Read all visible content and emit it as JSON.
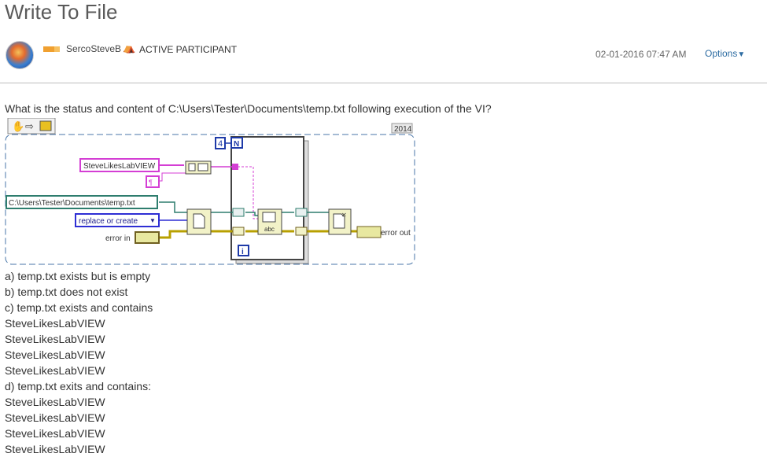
{
  "post": {
    "title": "Write To File",
    "author": "SercoSteveB",
    "rank_label": "ACTIVE PARTICIPANT",
    "date": "02-01-2016",
    "time": "07:47 AM",
    "options_label": "Options"
  },
  "question": "What is the status and content of C:\\Users\\Tester\\Documents\\temp.txt following execution of the VI?",
  "diagram": {
    "version": "2014",
    "loop_count": "4",
    "loop_terminal": "N",
    "iteration_terminal": "i",
    "string_constant": "SteveLikesLabVIEW",
    "path_constant": "C:\\Users\\Tester\\Documents\\temp.txt",
    "operation_constant": "replace or create",
    "error_in_label": "error in",
    "error_out_label": "error out"
  },
  "answers": [
    "a) temp.txt exists but is empty",
    "b) temp.txt does not exist",
    "c) temp.txt exists and contains",
    "SteveLikesLabVIEW",
    "SteveLikesLabVIEW",
    "SteveLikesLabVIEW",
    "SteveLikesLabVIEW",
    "d) temp.txt exits and contains:",
    "SteveLikesLabVIEW",
    "SteveLikesLabVIEW",
    "SteveLikesLabVIEW",
    "SteveLikesLabVIEW"
  ]
}
